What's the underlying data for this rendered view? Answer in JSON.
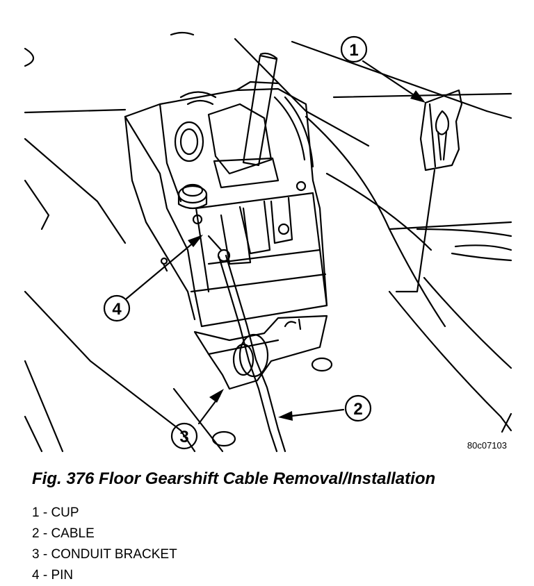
{
  "figure": {
    "reference_code": "80c07103",
    "callouts": [
      {
        "number": "1"
      },
      {
        "number": "2"
      },
      {
        "number": "3"
      },
      {
        "number": "4"
      }
    ]
  },
  "caption": "Fig. 376 Floor Gearshift Cable Removal/Installation",
  "legend": [
    {
      "text": "1 - CUP"
    },
    {
      "text": "2 - CABLE"
    },
    {
      "text": "3 - CONDUIT BRACKET"
    },
    {
      "text": "4 - PIN"
    }
  ]
}
